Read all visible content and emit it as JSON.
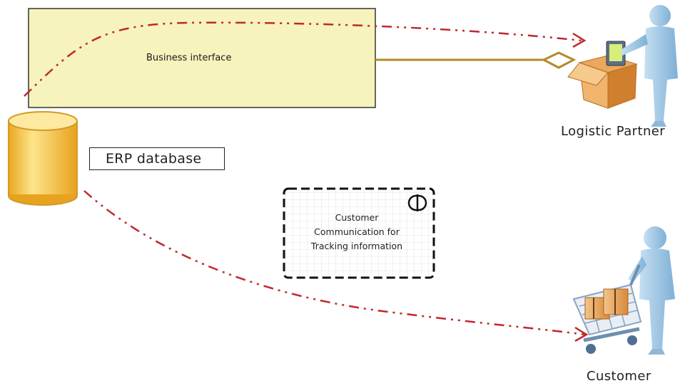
{
  "business_interface": {
    "label": "Business interface"
  },
  "erp_database": {
    "label": "ERP database"
  },
  "customer_communication": {
    "lines": [
      "Customer",
      "Communication for",
      "Tracking information"
    ]
  },
  "logistic_partner": {
    "label": "Logistic Partner"
  },
  "customer": {
    "label": "Customer"
  },
  "colors": {
    "interface_fill": "#f7f3bd",
    "flow_line": "#c0282d",
    "connector": "#b38a2a",
    "database": "#f2c84b",
    "figure": "#a9cbe6"
  },
  "icons": [
    "database-icon",
    "logistic-partner-icon",
    "customer-cart-icon",
    "service-symbol-icon"
  ]
}
